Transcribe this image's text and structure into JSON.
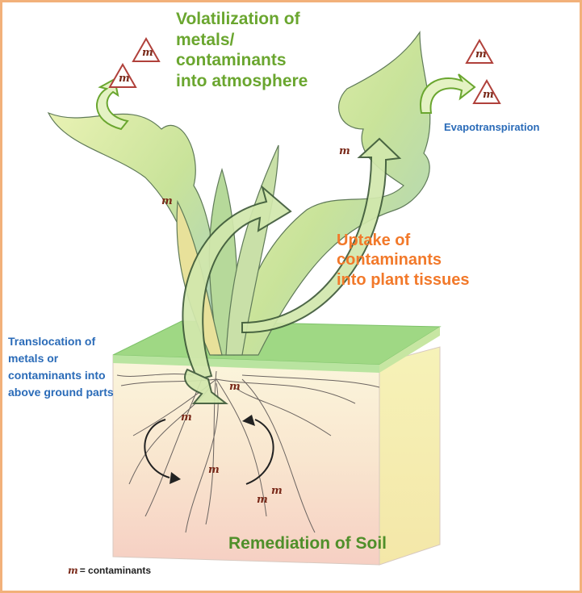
{
  "labels": {
    "volatilization": "Volatilization of\nmetals/\ncontaminants\ninto atmosphere",
    "evapotranspiration": "Evapotranspiration",
    "uptake": "Uptake of\ncontaminants\ninto plant tissues",
    "translocation": "Translocation of\nmetals or\ncontaminants into\nabove ground parts",
    "remediation": "Remediation of Soil"
  },
  "legend": {
    "symbol": "m",
    "text": "= contaminants"
  },
  "contaminant_marker": "m",
  "colors": {
    "border": "#f2b17a",
    "volatilization": "#6aa62f",
    "evapotranspiration": "#2a6bb8",
    "uptake": "#f2792a",
    "translocation": "#2a6bb8",
    "remediation": "#4f8f2a",
    "leaf": "#c9e39a",
    "grass": "#8fd27a",
    "soil": "#f7d6c8",
    "arrow": "#cfe6a6"
  }
}
